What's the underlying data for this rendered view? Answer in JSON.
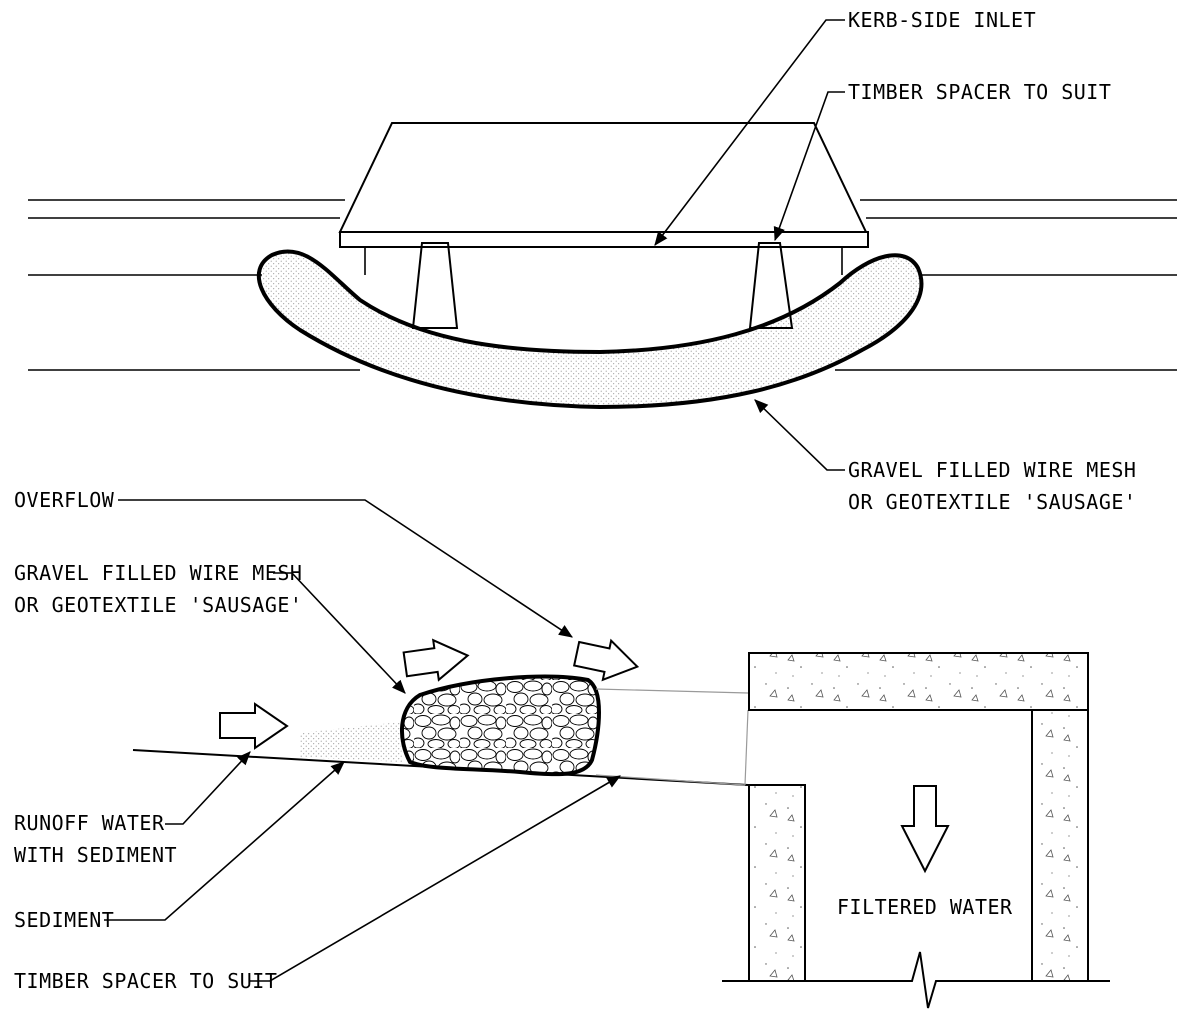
{
  "plan_view": {
    "kerb_side_inlet_label": "KERB-SIDE INLET",
    "timber_spacer_label": "TIMBER SPACER TO SUIT",
    "sausage_label_line1": "GRAVEL FILLED WIRE MESH",
    "sausage_label_line2": "OR GEOTEXTILE 'SAUSAGE'"
  },
  "section_view": {
    "overflow_label": "OVERFLOW",
    "sausage_label_line1": "GRAVEL FILLED WIRE MESH",
    "sausage_label_line2": "OR GEOTEXTILE 'SAUSAGE'",
    "runoff_label_line1": "RUNOFF WATER",
    "runoff_label_line2": "WITH SEDIMENT",
    "sediment_label": "SEDIMENT",
    "timber_spacer_label": "TIMBER SPACER TO SUIT",
    "filtered_water_label": "FILTERED WATER"
  },
  "colors": {
    "line": "#000000",
    "background": "#ffffff",
    "stipple": "#8a8a8a"
  }
}
